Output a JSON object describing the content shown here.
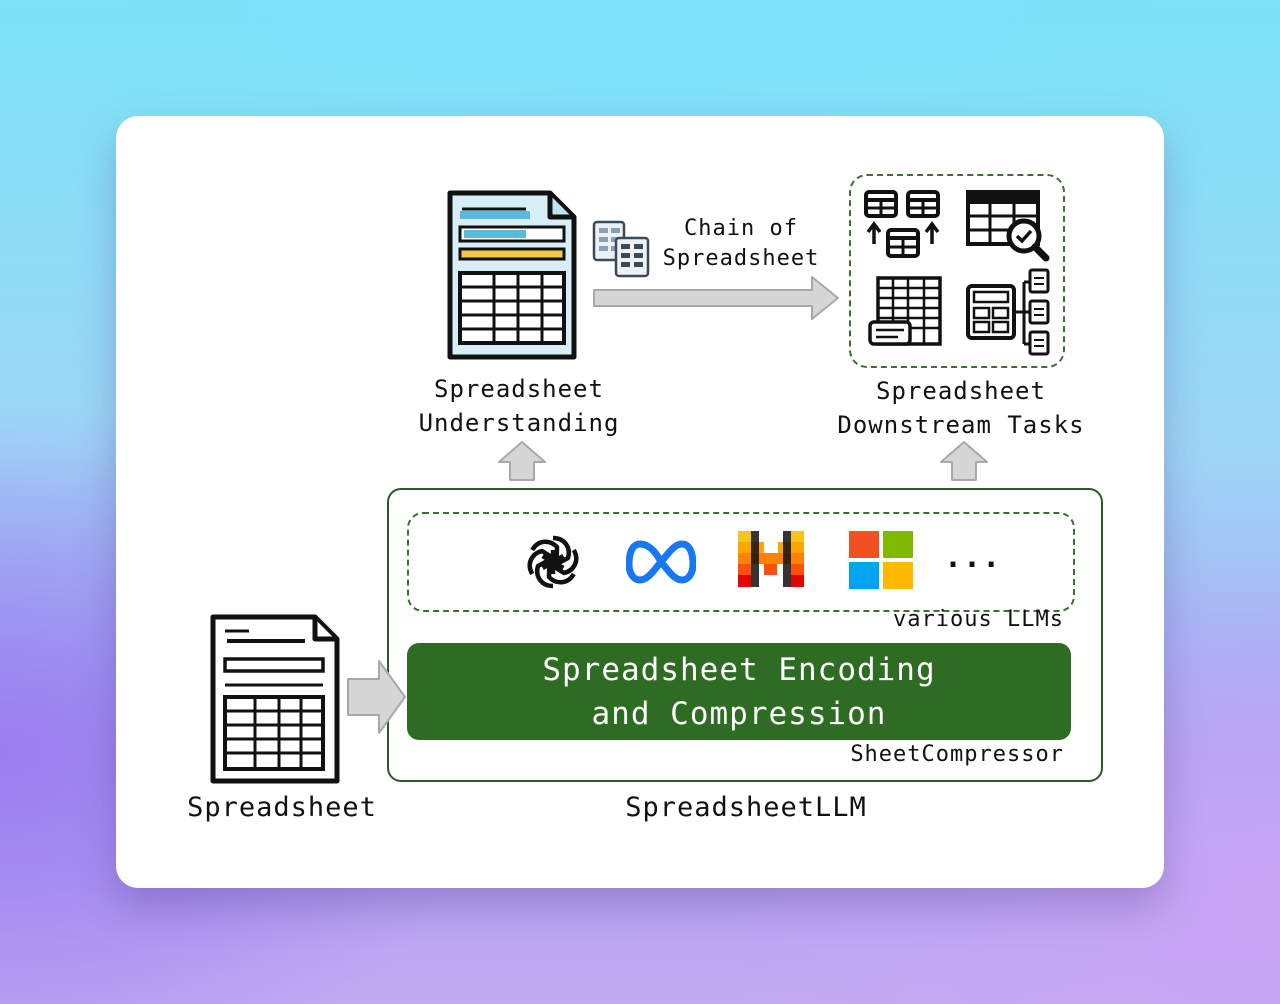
{
  "diagram": {
    "spreadsheet_understanding": {
      "line1": "Spreadsheet",
      "line2": "Understanding"
    },
    "chain_of_spreadsheet": {
      "line1": "Chain of",
      "line2": "Spreadsheet"
    },
    "downstream_tasks": {
      "line1": "Spreadsheet",
      "line2": "Downstream Tasks"
    },
    "llms": {
      "ellipsis": "...",
      "caption": "various LLMs"
    },
    "encoder": {
      "line1": "Spreadsheet Encoding",
      "line2": "and Compression",
      "caption": "SheetCompressor"
    },
    "input_label": "Spreadsheet",
    "framework_label": "SpreadsheetLLM"
  },
  "colors": {
    "frame_green": "#2d5a27",
    "encoder_green": "#2e6b23",
    "arrow_gray": "#d4d4d4",
    "doc_light_blue": "#d7eef6",
    "doc_accent_blue": "#5ab9de",
    "doc_accent_yellow": "#f2c94c"
  },
  "icons": [
    "colored-spreadsheet-icon",
    "table-grid-icon",
    "openai-logo",
    "meta-logo",
    "mistral-logo",
    "microsoft-logo",
    "spreadsheet-icon"
  ]
}
